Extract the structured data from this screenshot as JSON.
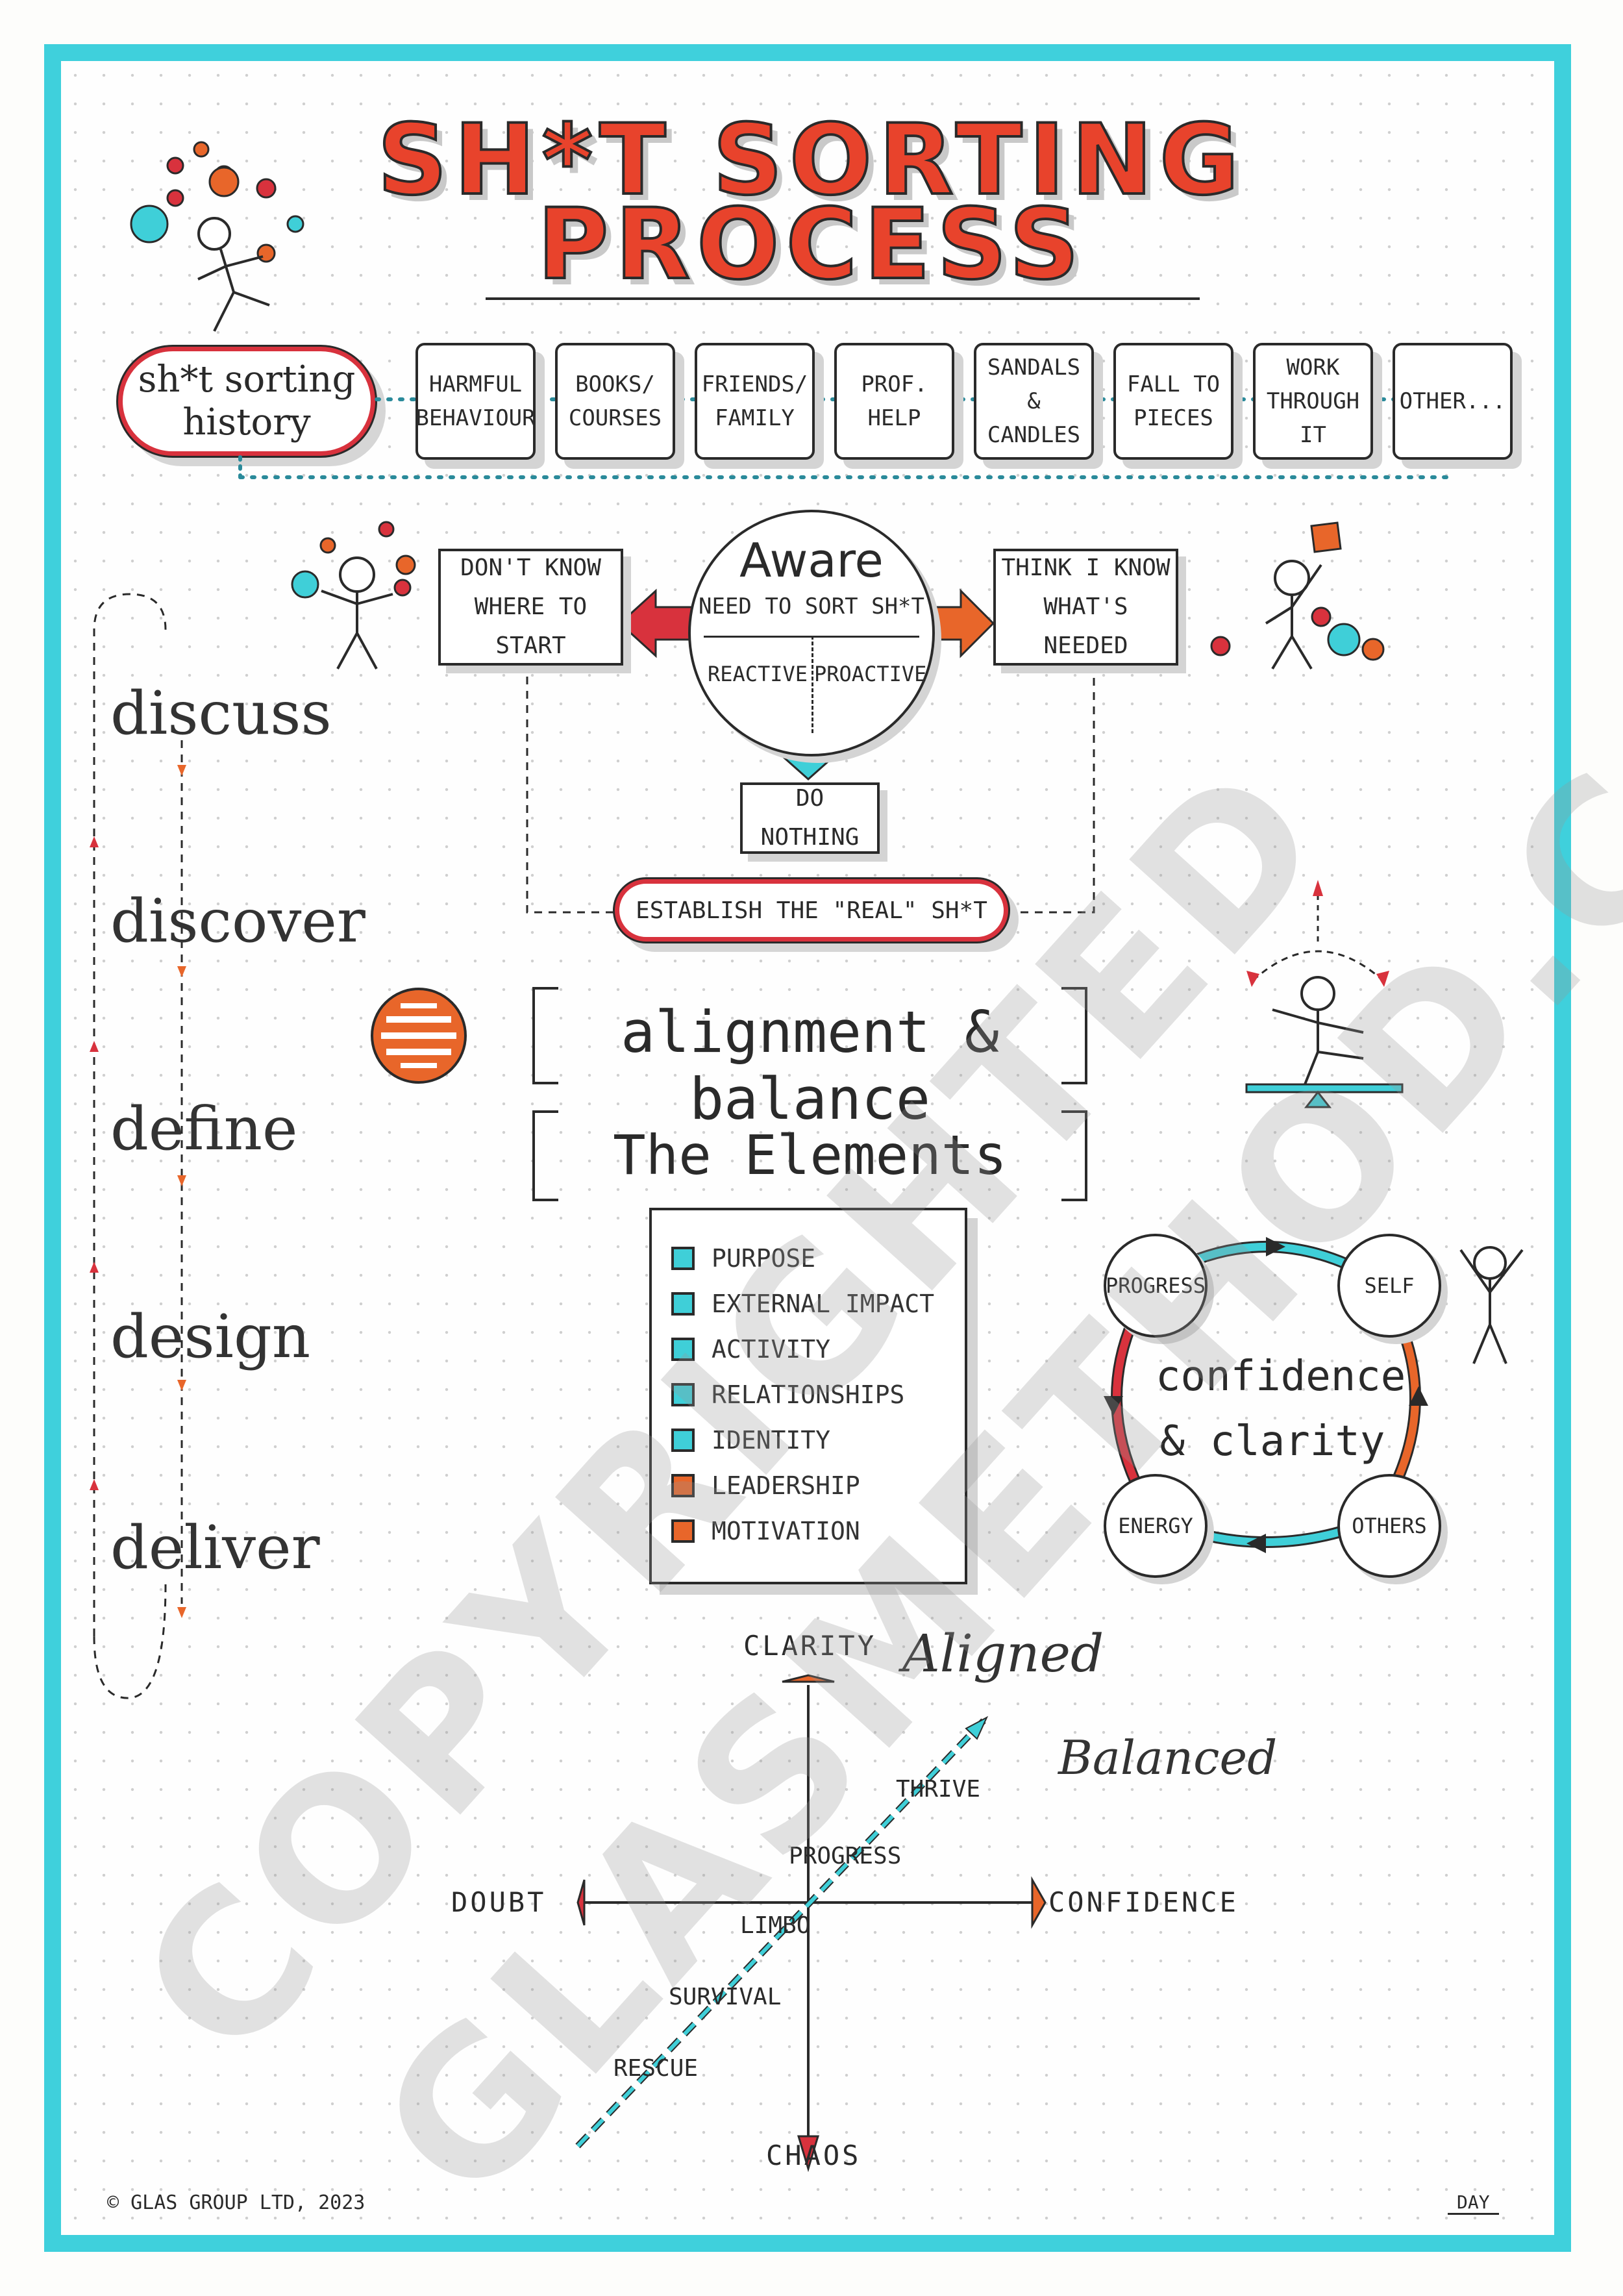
{
  "title": {
    "line1": "SH*T SORTING",
    "line2": "PROCESS"
  },
  "history": {
    "label": "sh*t sorting\nhistory",
    "categories": [
      "HARMFUL\nBEHAVIOUR",
      "BOOKS/\nCOURSES",
      "FRIENDS/\nFAMILY",
      "PROF.\nHELP",
      "SANDALS\n& CANDLES",
      "FALL TO\nPIECES",
      "WORK\nTHROUGH IT",
      "OTHER..."
    ]
  },
  "awareness": {
    "center_title": "Aware",
    "center_sub": "NEED TO SORT SH*T",
    "reactive": "REACTIVE",
    "proactive": "PROACTIVE",
    "left_box": "DON'T KNOW\nWHERE TO START",
    "right_box": "THINK I KNOW\nWHAT'S NEEDED",
    "bottom_box": "DO NOTHING",
    "establish": "ESTABLISH THE \"REAL\" SH*T"
  },
  "steps": [
    "discuss",
    "discover",
    "define",
    "design",
    "deliver"
  ],
  "alignment": "alignment & balance",
  "elements_title": "The Elements",
  "elements": [
    {
      "label": "PURPOSE",
      "color": "#3fcfd8"
    },
    {
      "label": "EXTERNAL IMPACT",
      "color": "#3fcfd8"
    },
    {
      "label": "ACTIVITY",
      "color": "#3fcfd8"
    },
    {
      "label": "RELATIONSHIPS",
      "color": "#3fcfd8"
    },
    {
      "label": "IDENTITY",
      "color": "#3fcfd8"
    },
    {
      "label": "LEADERSHIP",
      "color": "#e8662a"
    },
    {
      "label": "MOTIVATION",
      "color": "#e8662a"
    }
  ],
  "cycle": {
    "center_line1": "confidence",
    "center_line2": "& clarity",
    "nodes": [
      "PROGRESS",
      "SELF",
      "ENERGY",
      "OTHERS"
    ]
  },
  "matrix": {
    "top": "CLARITY",
    "bottom": "CHAOS",
    "left": "DOUBT",
    "right": "CONFIDENCE",
    "diagonal": [
      "THRIVE",
      "PROGRESS",
      "LIMBO",
      "SURVIVAL",
      "RESCUE"
    ],
    "aligned": "Aligned",
    "balanced": "Balanced"
  },
  "footer": {
    "copyright": "© GLAS GROUP LTD, 2023",
    "signature": "DAY"
  },
  "watermark": {
    "line1": "COPYRIGHTED",
    "line2": "GLASMETHOD.COM"
  },
  "colors": {
    "frame": "#3fd0dc",
    "red": "#d8323d",
    "orange": "#e8662a",
    "cyan": "#3fcfd8"
  }
}
